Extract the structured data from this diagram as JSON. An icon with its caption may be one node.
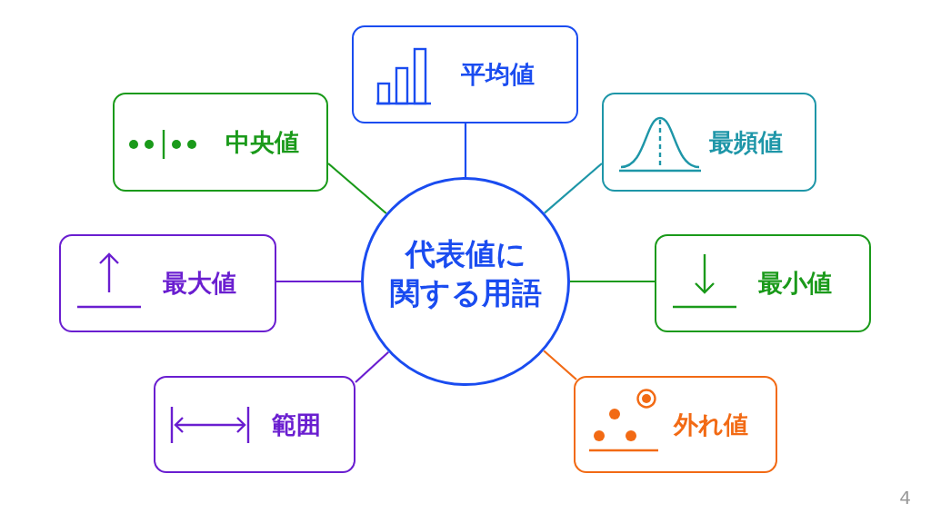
{
  "diagram": {
    "nodes": [
      {
        "text": [
          "代表値に関する用語"
        ]
      },
      {
        "text": [
          "平均値"
        ]
      },
      {
        "text": [
          "中央値"
        ]
      },
      {
        "text": [
          "最頻値"
        ]
      },
      {
        "text": [
          "最大値"
        ]
      },
      {
        "text": [
          "最小値"
        ]
      },
      {
        "text": [
          "範囲"
        ]
      },
      {
        "text": [
          "外れ値"
        ]
      }
    ],
    "edges": [
      {
        "from": 0,
        "to": 1,
        "arrow": "none",
        "color": "#1a4cf0"
      },
      {
        "from": 0,
        "to": 2,
        "arrow": "none",
        "color": "#1a9a1a"
      },
      {
        "from": 0,
        "to": 3,
        "arrow": "none",
        "color": "#1e96a8"
      },
      {
        "from": 0,
        "to": 4,
        "arrow": "none",
        "color": "#6a1ed0"
      },
      {
        "from": 0,
        "to": 5,
        "arrow": "none",
        "color": "#1a9a1a"
      },
      {
        "from": 0,
        "to": 6,
        "arrow": "none",
        "color": "#6a1ed0"
      },
      {
        "from": 0,
        "to": 7,
        "arrow": "none",
        "color": "#f26a14"
      }
    ],
    "labels": [
      "4"
    ]
  }
}
